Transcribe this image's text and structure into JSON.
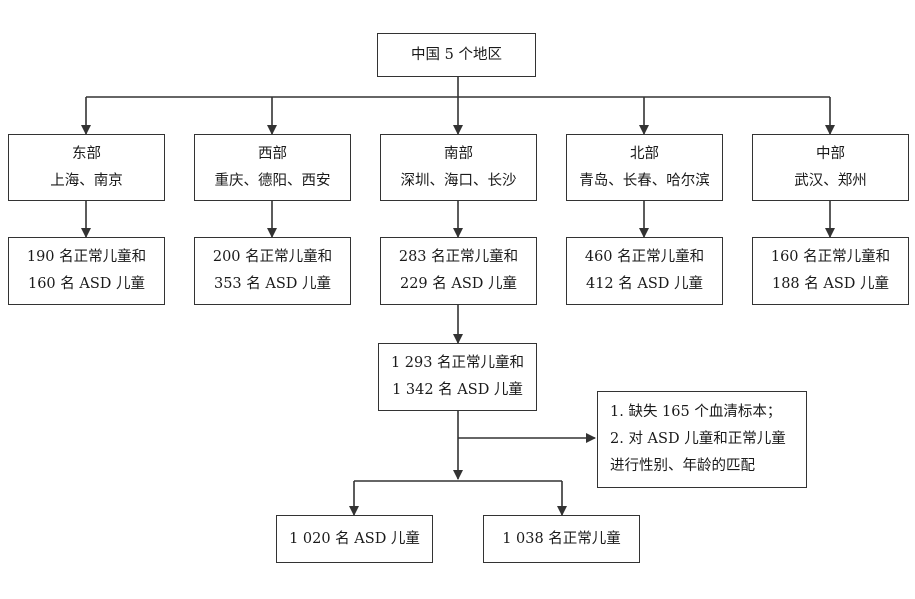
{
  "top": {
    "label": "中国 5 个地区"
  },
  "regions": [
    {
      "name": "东部",
      "cities": "上海、南京",
      "line1": "190 名正常儿童和",
      "line2": "160 名 ASD 儿童"
    },
    {
      "name": "西部",
      "cities": "重庆、德阳、西安",
      "line1": "200 名正常儿童和",
      "line2": "353 名 ASD 儿童"
    },
    {
      "name": "南部",
      "cities": "深圳、海口、长沙",
      "line1": "283 名正常儿童和",
      "line2": "229 名 ASD 儿童"
    },
    {
      "name": "北部",
      "cities": "青岛、长春、哈尔滨",
      "line1": "460 名正常儿童和",
      "line2": "412 名 ASD 儿童"
    },
    {
      "name": "中部",
      "cities": "武汉、郑州",
      "line1": "160 名正常儿童和",
      "line2": "188 名 ASD 儿童"
    }
  ],
  "total": {
    "line1": "1 293 名正常儿童和",
    "line2": "1 342 名 ASD 儿童"
  },
  "exclusion": {
    "line1": "1. 缺失 165 个血清标本；",
    "line2": "2. 对 ASD 儿童和正常儿童",
    "line3": "进行性别、年龄的匹配"
  },
  "outcomes": {
    "asd": "1 020 名 ASD 儿童",
    "normal": "1 038 名正常儿童"
  },
  "colors": {
    "line": "#333333",
    "text": "#1a1a1a"
  }
}
